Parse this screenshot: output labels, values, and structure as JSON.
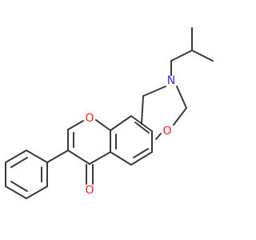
{
  "colors": {
    "bond": "#3a3a3a",
    "oxygen": "#ff1f1f",
    "nitrogen": "#2f2fff",
    "background": "#ffffff"
  },
  "atoms": {
    "ring_o_upper": {
      "label": "O"
    },
    "ring_o_right": {
      "label": "O"
    },
    "nitrogen": {
      "label": "N"
    },
    "carbonyl_o": {
      "label": "O"
    }
  }
}
